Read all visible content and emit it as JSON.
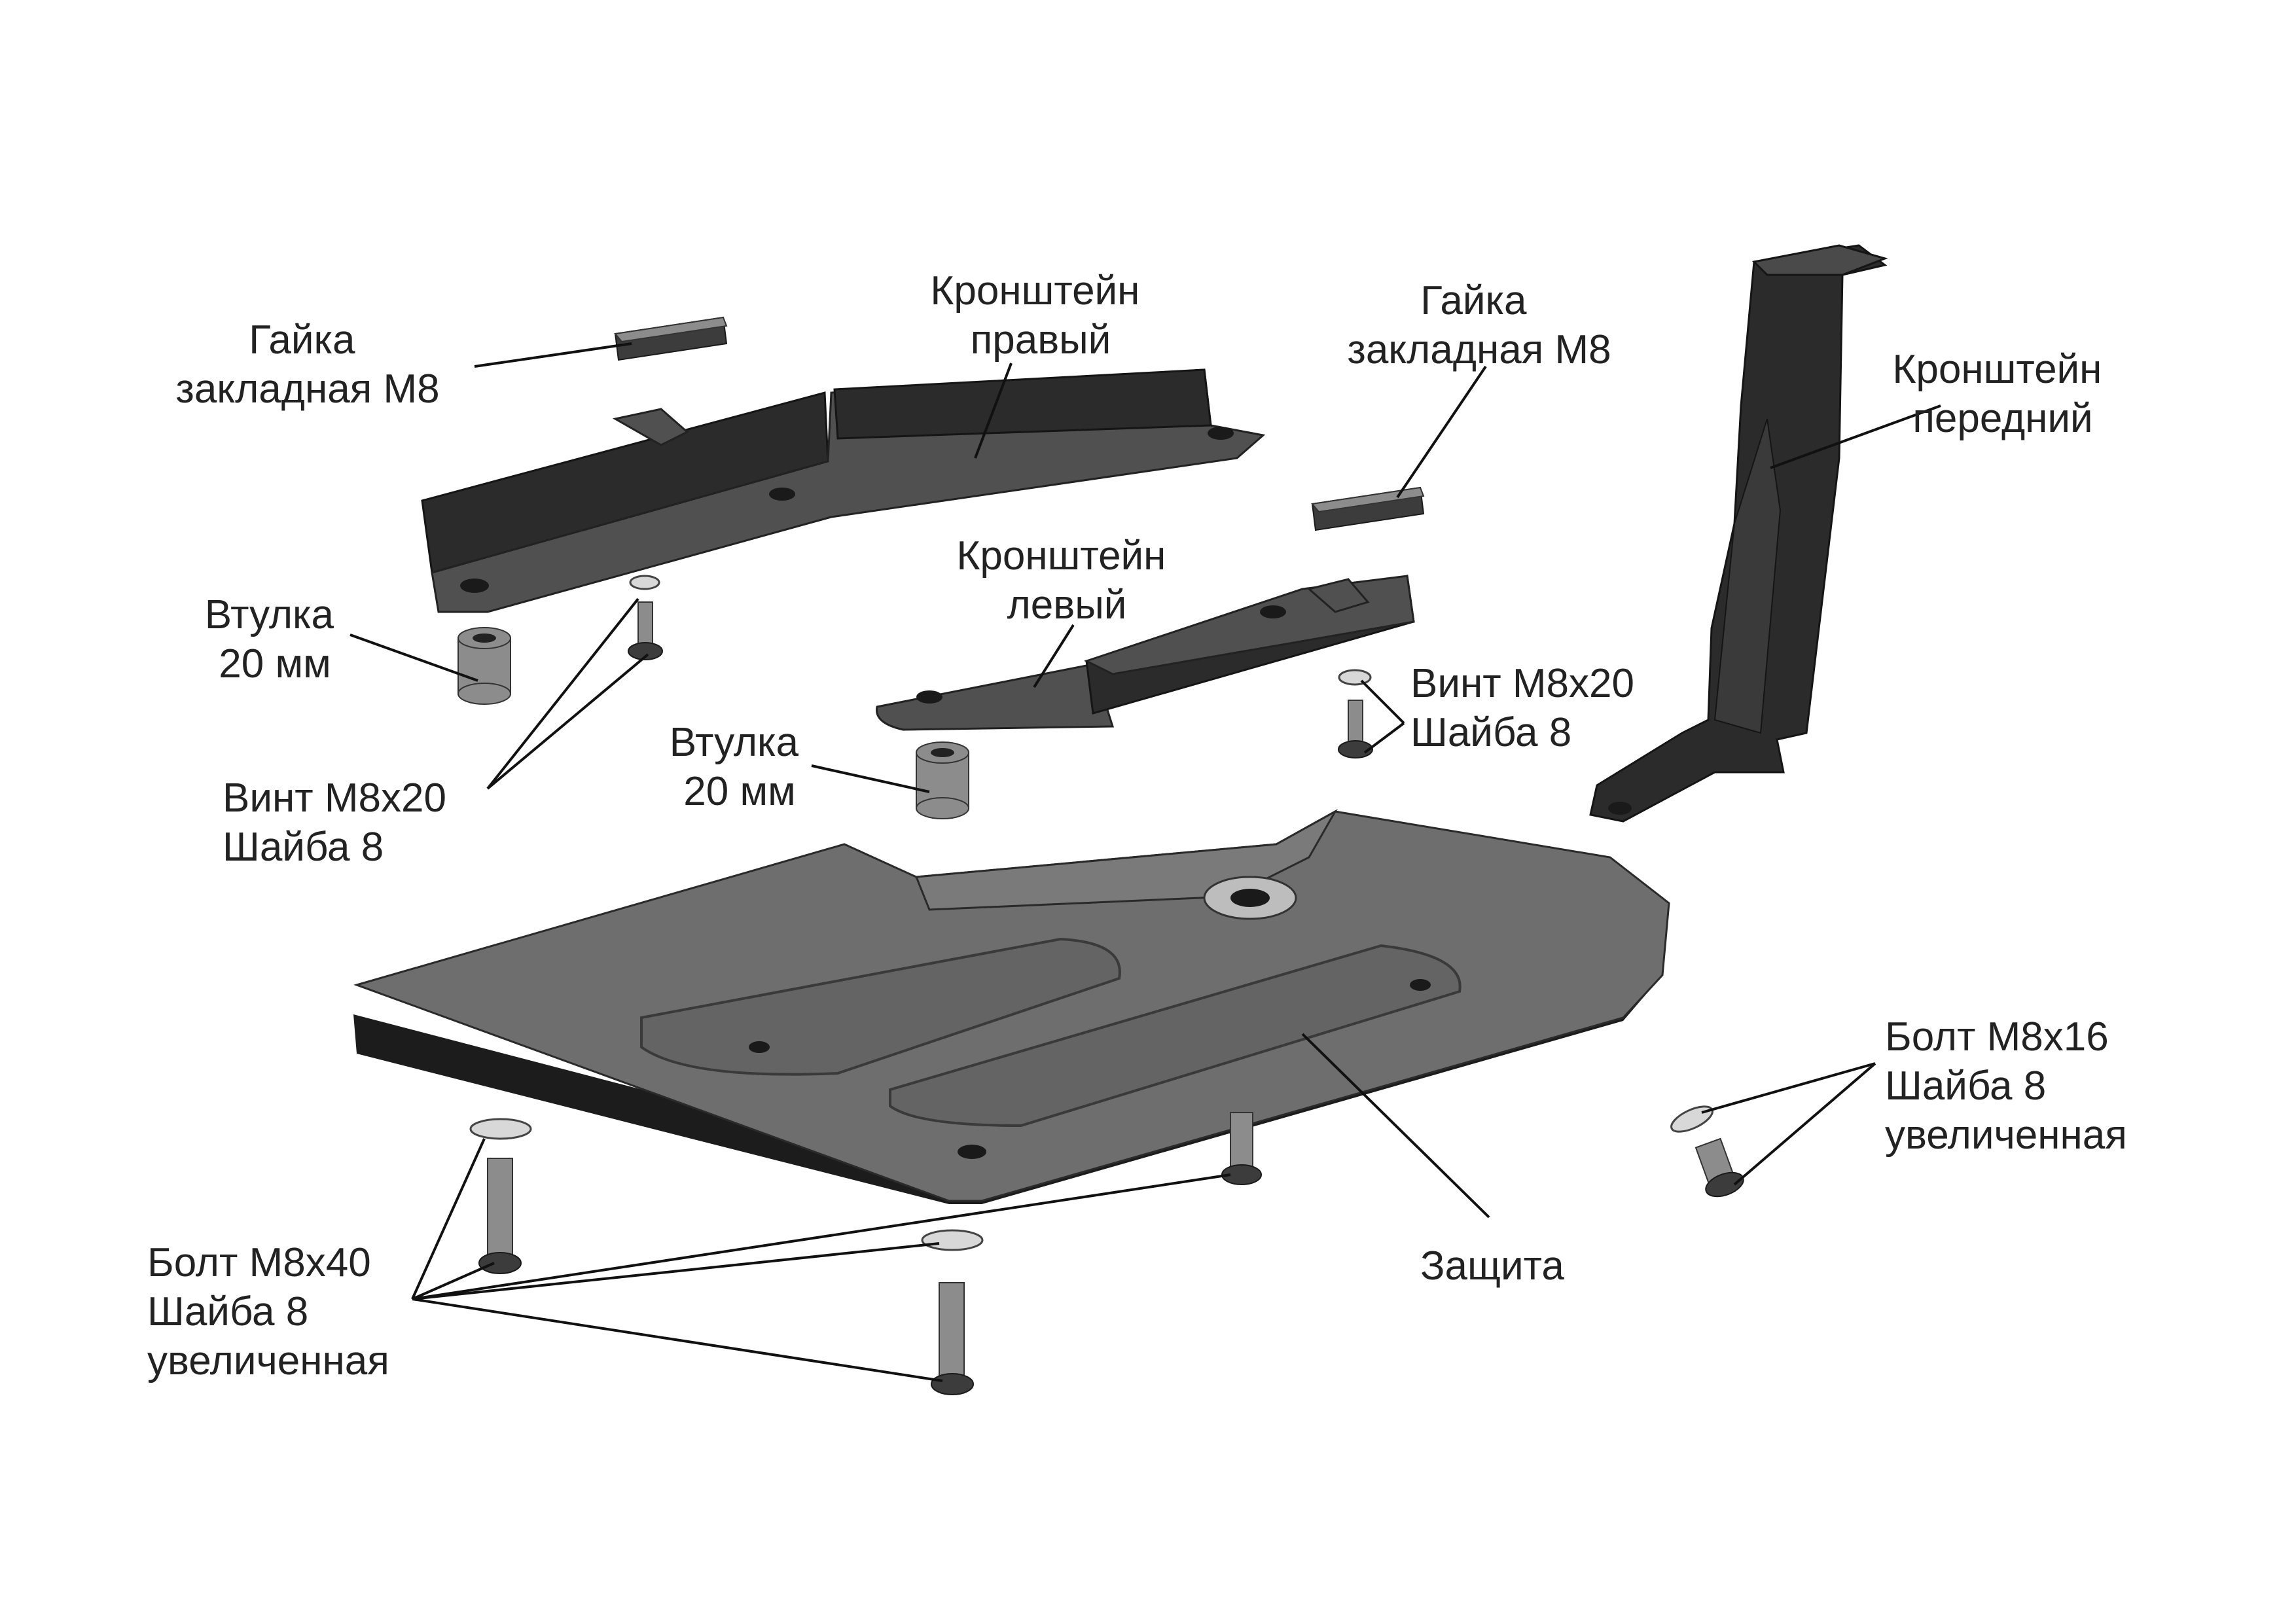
{
  "labels": {
    "nut_right": [
      "Гайка",
      "закладная М8"
    ],
    "bracket_right": [
      "Кронштейн",
      "правый"
    ],
    "nut_left": [
      "Гайка",
      "закладная М8"
    ],
    "bracket_front": [
      "Кронштейн",
      "передний"
    ],
    "bushing_right": [
      "Втулка",
      "20 мм"
    ],
    "bracket_left": [
      "Кронштейн",
      "левый"
    ],
    "screw_left": [
      "Винт М8х20",
      "Шайба 8"
    ],
    "screw_right": [
      "Винт М8х20",
      "Шайба 8"
    ],
    "bushing_left": [
      "Втулка",
      "20 мм"
    ],
    "bolt_m16": [
      "Болт М8х16",
      "Шайба 8",
      "увеличенная"
    ],
    "bolt_m40": [
      "Болт М8х40",
      "Шайба 8",
      "увеличенная"
    ],
    "guard": [
      "Защита"
    ]
  }
}
